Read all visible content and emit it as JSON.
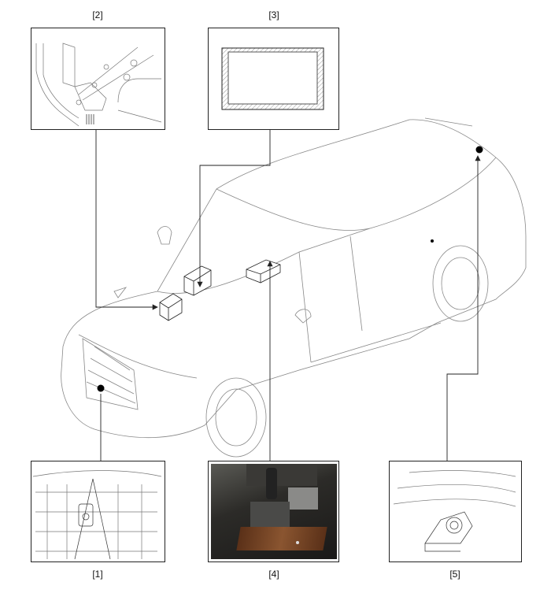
{
  "callouts": [
    {
      "id": "1",
      "label": "[1]"
    },
    {
      "id": "2",
      "label": "[2]"
    },
    {
      "id": "3",
      "label": "[3]"
    },
    {
      "id": "4",
      "label": "[4]"
    },
    {
      "id": "5",
      "label": "[5]"
    }
  ],
  "colors": {
    "line": "#222222",
    "outline": "#888888"
  }
}
